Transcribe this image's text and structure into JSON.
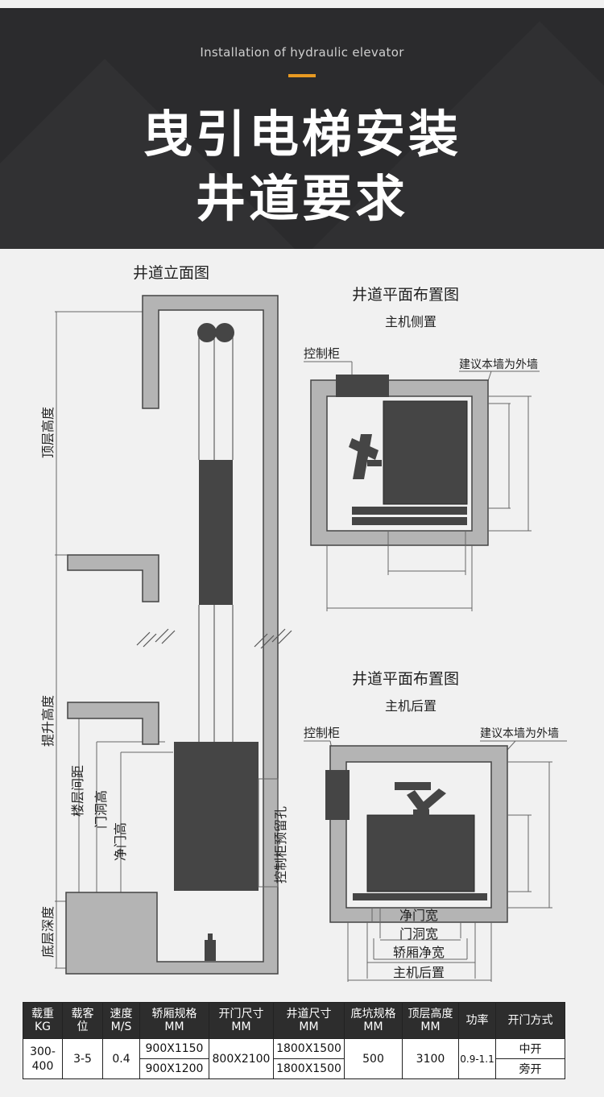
{
  "header": {
    "subtitle": "Installation of hydraulic elevator",
    "title_line1": "曳引电梯安装",
    "title_line2": "井道要求"
  },
  "elevation": {
    "title": "井道立面图",
    "dim_top": "顶层高度",
    "dim_travel": "提升高度",
    "dim_floor": "楼层间距",
    "dim_door_hole": "门洞高",
    "dim_door_clear": "净门高",
    "dim_pit": "底层深度",
    "control_hole": "控制柜预留孔"
  },
  "plan_side": {
    "title": "井道平面布置图",
    "subtitle": "主机侧置",
    "control_cabinet": "控制柜",
    "outer_wall_note": "建议本墙为外墙"
  },
  "plan_rear": {
    "title": "井道平面布置图",
    "subtitle": "主机后置",
    "control_cabinet": "控制柜",
    "outer_wall_note": "建议本墙为外墙",
    "dim_door_clear": "净门宽",
    "dim_door_hole": "门洞宽",
    "dim_car_clear": "轿厢净宽",
    "dim_machine_rear": "主机后置"
  },
  "table": {
    "headers": [
      [
        "载重",
        "KG"
      ],
      [
        "载客",
        "位"
      ],
      [
        "速度",
        "M/S"
      ],
      [
        "轿厢规格",
        "MM"
      ],
      [
        "开门尺寸",
        "MM"
      ],
      [
        "井道尺寸",
        "MM"
      ],
      [
        "底坑规格",
        "MM"
      ],
      [
        "顶层高度",
        "MM"
      ],
      [
        "功率",
        ""
      ],
      [
        "开门方式",
        ""
      ]
    ],
    "row": {
      "load": "300-400",
      "passengers": "3-5",
      "speed": "0.4",
      "car_size": [
        "900X1150",
        "900X1200"
      ],
      "door_size": "800X2100",
      "shaft_size": [
        "1800X1500",
        "1800X1500"
      ],
      "pit": "500",
      "top_height": "3100",
      "power": "0.9-1.1",
      "door_type": [
        "中开",
        "旁开"
      ]
    }
  },
  "colors": {
    "header_bg": "#2b2b2d",
    "accent": "#e89a22",
    "wall_gray": "#b4b4b4",
    "dark_block": "#454545"
  }
}
